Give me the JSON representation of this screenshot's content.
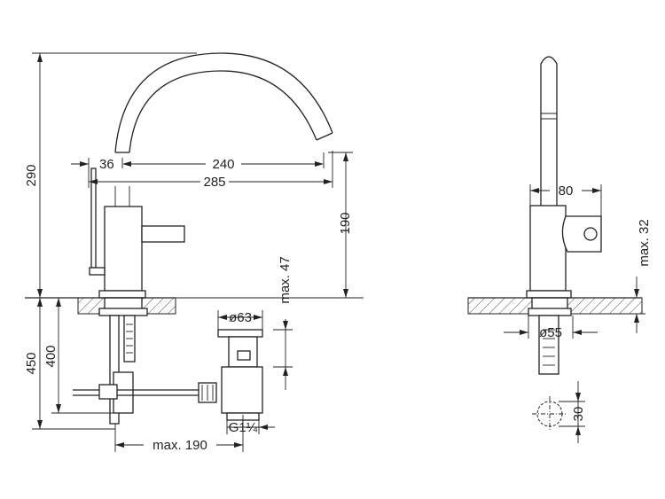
{
  "dimensions": {
    "offset_36": "36",
    "spout_240": "240",
    "total_285": "285",
    "height_290": "290",
    "height_190": "190",
    "depth_450": "450",
    "depth_400": "400",
    "max_47": "max. 47",
    "dia_63": "ø63",
    "thread": "G1¼",
    "max_190": "max. 190",
    "width_80": "80",
    "max_32": "max. 32",
    "dia_55": "ø55",
    "hole_30": "30"
  }
}
